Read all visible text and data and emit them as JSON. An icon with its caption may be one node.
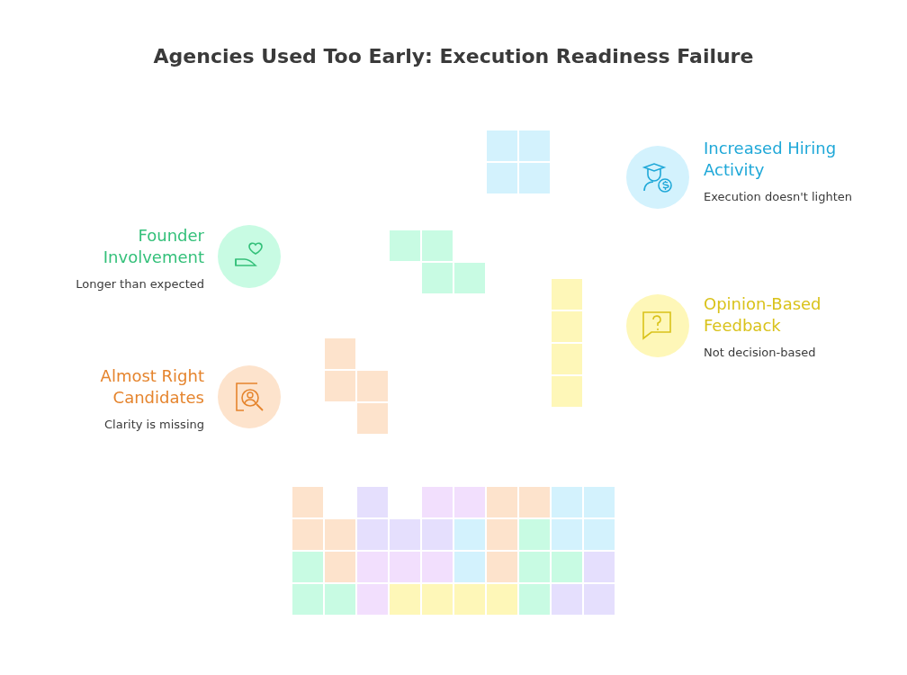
{
  "diagram": {
    "title": "Agencies Used Too Early: Execution Readiness Failure",
    "nodes": [
      {
        "text": [
          "Increased Hiring Activity",
          "Execution doesn't lighten"
        ]
      },
      {
        "text": [
          "Founder Involvement",
          "Longer than expected"
        ]
      },
      {
        "text": [
          "Opinion-Based Feedback",
          "Not decision-based"
        ]
      },
      {
        "text": [
          "Almost Right Candidates",
          "Clarity is missing"
        ]
      }
    ],
    "edges": []
  }
}
